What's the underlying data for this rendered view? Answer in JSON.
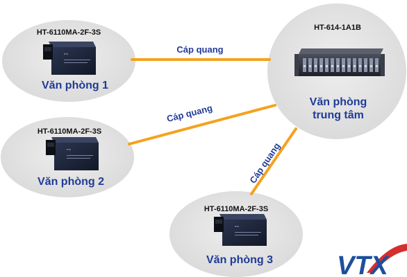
{
  "center": {
    "model": "HT-614-1A1B",
    "label_line1": "Văn phòng",
    "label_line2": "trung tâm",
    "device_icon": "rackmount-chassis-icon"
  },
  "offices": [
    {
      "model": "HT-6110MA-2F-3S",
      "label": "Văn phòng 1",
      "device_icon": "media-converter-icon"
    },
    {
      "model": "HT-6110MA-2F-3S",
      "label": "Văn phòng 2",
      "device_icon": "media-converter-icon"
    },
    {
      "model": "HT-6110MA-2F-3S",
      "label": "Văn phòng 3",
      "device_icon": "media-converter-icon"
    }
  ],
  "links": [
    {
      "label": "Cáp quang"
    },
    {
      "label": "Cáp quang"
    },
    {
      "label": "Cáp quang"
    }
  ],
  "logo": {
    "text": "VTX"
  },
  "colors": {
    "cable": "#f4a21e",
    "node_fill": "#e2e2e2",
    "label_blue": "#1f3b97",
    "logo_blue": "#1d4f9c",
    "logo_red": "#d42e2e"
  }
}
